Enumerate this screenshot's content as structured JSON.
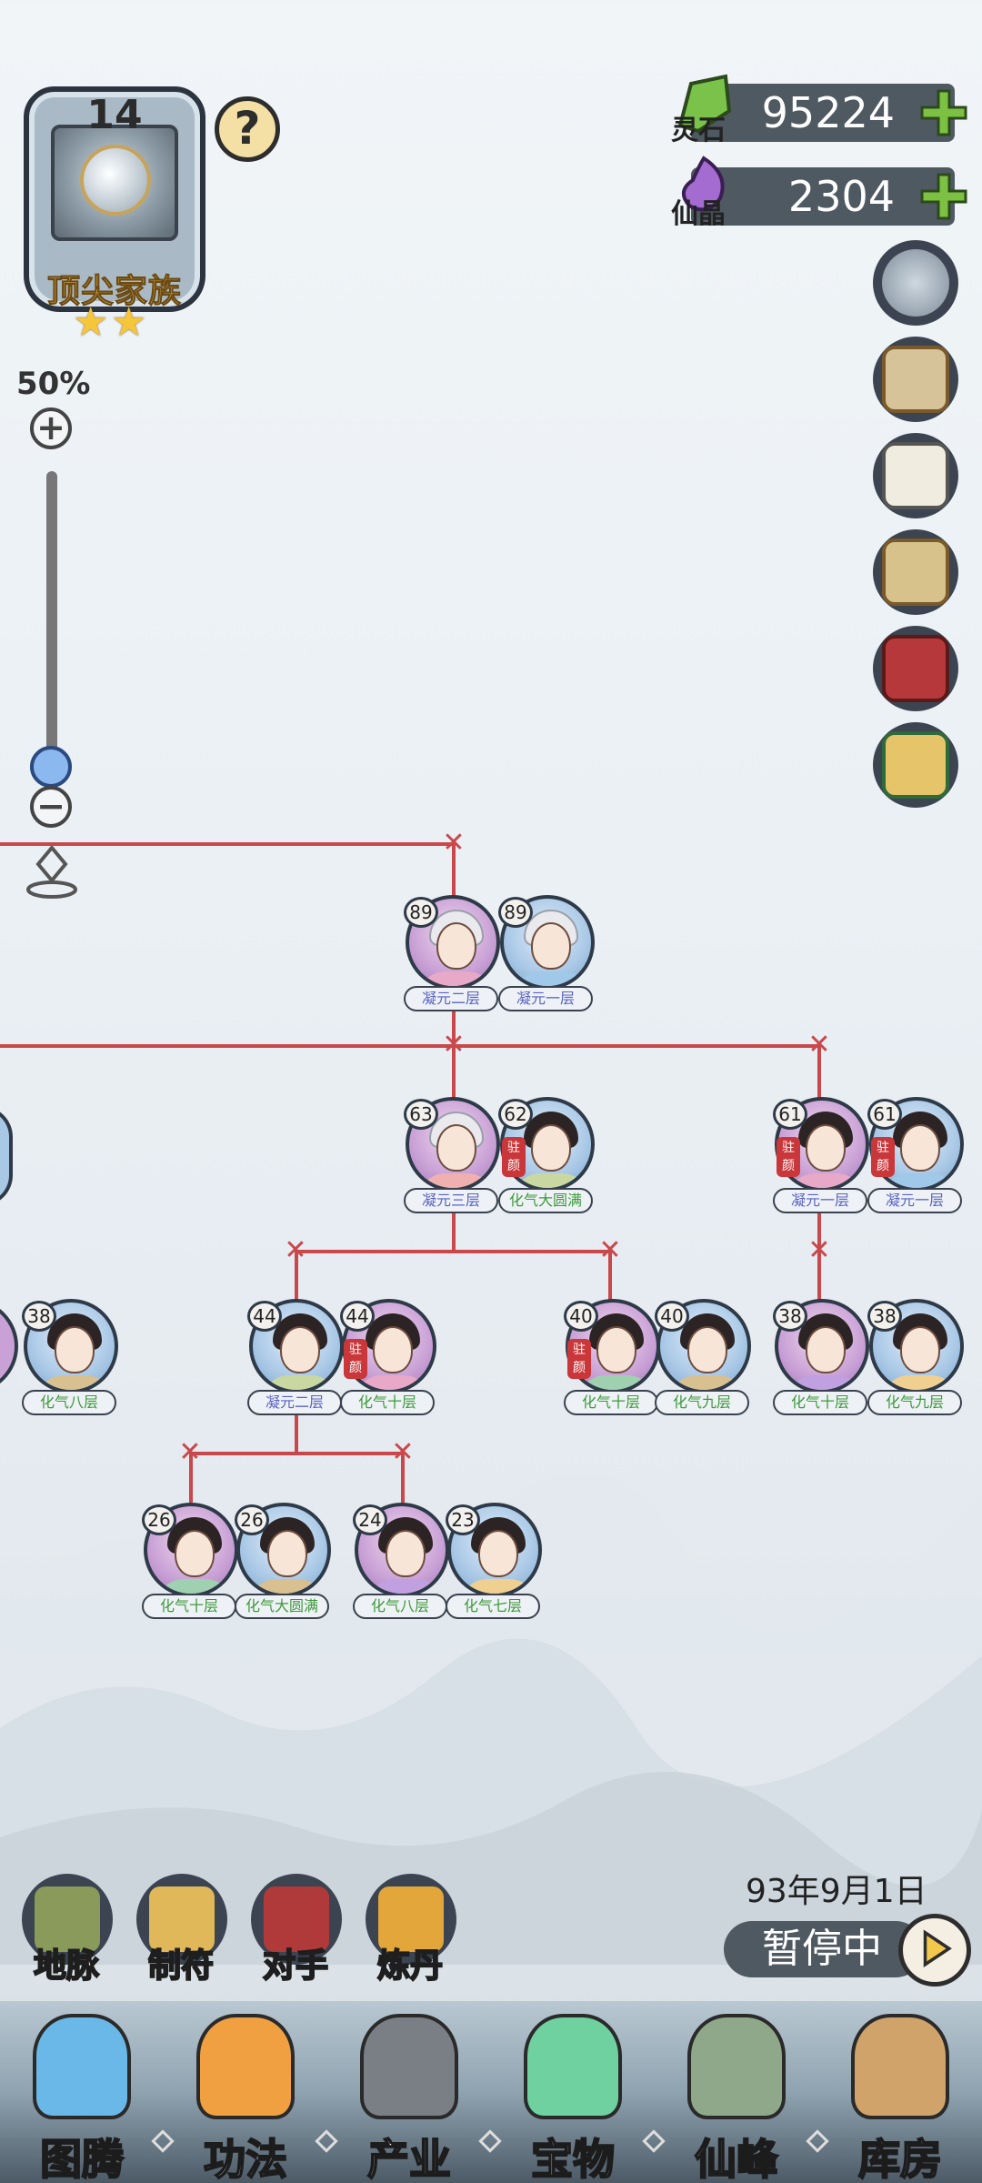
{
  "family": {
    "level": "14",
    "title": "顶尖家族",
    "stars": 2
  },
  "zoom": {
    "percent": "50%",
    "level": 0.05
  },
  "resources": [
    {
      "label": "灵石",
      "value": "95224",
      "color": "#7bc24a"
    },
    {
      "label": "仙晶",
      "value": "2304",
      "color": "#a46bd0"
    }
  ],
  "side_buttons": [
    "yinyang-icon",
    "map-scroll-icon",
    "letter-icon",
    "scroll-icon",
    "book-icon",
    "plaque-icon"
  ],
  "tree": {
    "gen1": [
      {
        "age": "89",
        "rank": "凝元二层",
        "gender": "f",
        "hair": "white",
        "rank_type": "ny",
        "seal": ""
      },
      {
        "age": "89",
        "rank": "凝元一层",
        "gender": "m",
        "hair": "white",
        "rank_type": "ny",
        "seal": ""
      }
    ],
    "gen2a": [
      {
        "age": "63",
        "rank": "凝元三层",
        "gender": "f",
        "hair": "white",
        "rank_type": "ny",
        "seal": ""
      },
      {
        "age": "62",
        "rank": "化气大圆满",
        "gender": "m",
        "hair": "dark",
        "rank_type": "hq",
        "seal": "驻颜"
      }
    ],
    "gen2b": [
      {
        "age": "61",
        "rank": "凝元一层",
        "gender": "f",
        "hair": "dark",
        "rank_type": "ny",
        "seal": "驻颜"
      },
      {
        "age": "61",
        "rank": "凝元一层",
        "gender": "m",
        "hair": "dark",
        "rank_type": "ny",
        "seal": "驻颜"
      }
    ],
    "gen3a_partial": [
      {
        "age": "38",
        "rank": "化气八层",
        "gender": "m",
        "hair": "dark",
        "rank_type": "hq",
        "seal": ""
      }
    ],
    "gen3b": [
      {
        "age": "44",
        "rank": "凝元二层",
        "gender": "m",
        "hair": "dark",
        "rank_type": "ny",
        "seal": ""
      },
      {
        "age": "44",
        "rank": "化气十层",
        "gender": "f",
        "hair": "dark",
        "rank_type": "hq",
        "seal": "驻颜"
      }
    ],
    "gen3c": [
      {
        "age": "40",
        "rank": "化气十层",
        "gender": "f",
        "hair": "dark",
        "rank_type": "hq",
        "seal": "驻颜"
      },
      {
        "age": "40",
        "rank": "化气九层",
        "gender": "m",
        "hair": "dark",
        "rank_type": "hq",
        "seal": ""
      }
    ],
    "gen3d": [
      {
        "age": "38",
        "rank": "化气十层",
        "gender": "f",
        "hair": "dark",
        "rank_type": "hq",
        "seal": ""
      },
      {
        "age": "38",
        "rank": "化气九层",
        "gender": "m",
        "hair": "dark",
        "rank_type": "hq",
        "seal": ""
      }
    ],
    "gen4a": [
      {
        "age": "26",
        "rank": "化气十层",
        "gender": "f",
        "hair": "dark",
        "rank_type": "hq",
        "seal": ""
      },
      {
        "age": "26",
        "rank": "化气大圆满",
        "gender": "m",
        "hair": "dark",
        "rank_type": "hq",
        "seal": ""
      }
    ],
    "gen4b": [
      {
        "age": "24",
        "rank": "化气八层",
        "gender": "f",
        "hair": "dark",
        "rank_type": "hq",
        "seal": ""
      },
      {
        "age": "23",
        "rank": "化气七层",
        "gender": "m",
        "hair": "dark",
        "rank_type": "hq",
        "seal": ""
      }
    ]
  },
  "date": "93年9月1日",
  "pause_label": "暂停中",
  "features": [
    {
      "label": "地脉",
      "icon": "earth-vein-icon",
      "color": "#8a9a5a"
    },
    {
      "label": "制符",
      "icon": "talisman-icon",
      "color": "#e0b85a"
    },
    {
      "label": "对手",
      "icon": "gate-icon",
      "color": "#b03a3a"
    },
    {
      "label": "炼丹",
      "icon": "cauldron-icon",
      "color": "#e2a63a"
    }
  ],
  "tabs": [
    {
      "label": "图腾",
      "icon": "totem-icon",
      "color": "#6ab8e8"
    },
    {
      "label": "功法",
      "icon": "technique-icon",
      "color": "#f0a040"
    },
    {
      "label": "产业",
      "icon": "industry-icon",
      "color": "#7a7f86"
    },
    {
      "label": "宝物",
      "icon": "treasure-icon",
      "color": "#6fd0a0"
    },
    {
      "label": "仙峰",
      "icon": "peak-icon",
      "color": "#8fa88a"
    },
    {
      "label": "库房",
      "icon": "storage-icon",
      "color": "#d0a36a"
    }
  ]
}
